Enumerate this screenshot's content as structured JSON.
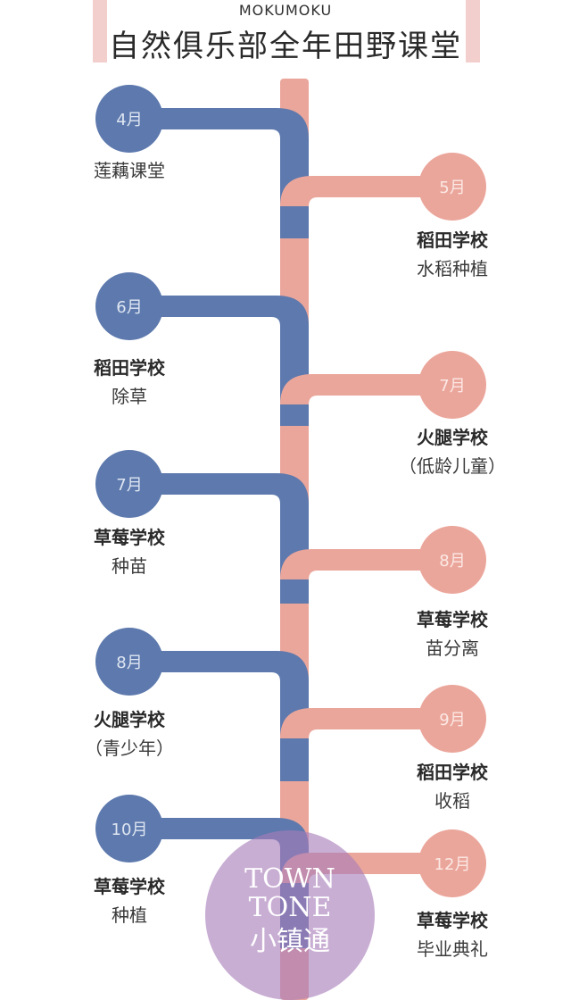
{
  "header": {
    "brand": "MOKUMOKU",
    "title": "自然俱乐部全年田野课堂"
  },
  "colors": {
    "blue": "#5d79ad",
    "pink": "#eba69b",
    "header_bar": "#f2cfcc",
    "watermark": "#a87cb9"
  },
  "events": [
    {
      "side": "left",
      "month": "4月",
      "title": "莲藕课堂",
      "detail": ""
    },
    {
      "side": "right",
      "month": "5月",
      "title": "稻田学校",
      "detail": "水稻种植"
    },
    {
      "side": "left",
      "month": "6月",
      "title": "稻田学校",
      "detail": "除草"
    },
    {
      "side": "right",
      "month": "7月",
      "title": "火腿学校",
      "detail": "（低龄儿童）"
    },
    {
      "side": "left",
      "month": "7月",
      "title": "草莓学校",
      "detail": "种苗"
    },
    {
      "side": "right",
      "month": "8月",
      "title": "草莓学校",
      "detail": "苗分离"
    },
    {
      "side": "left",
      "month": "8月",
      "title": "火腿学校",
      "detail": "（青少年）"
    },
    {
      "side": "right",
      "month": "9月",
      "title": "稻田学校",
      "detail": "收稻"
    },
    {
      "side": "left",
      "month": "10月",
      "title": "草莓学校",
      "detail": "种植"
    },
    {
      "side": "right",
      "month": "12月",
      "title": "草莓学校",
      "detail": "毕业典礼"
    }
  ],
  "watermark": {
    "line1": "TOWN",
    "line2": "TONE",
    "line3": "小镇通"
  }
}
